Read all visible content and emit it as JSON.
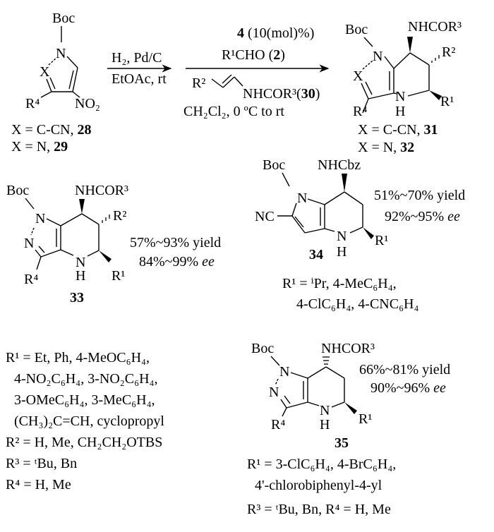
{
  "start": {
    "boc": "Boc",
    "n": "N",
    "x": "X",
    "r4": "R⁴",
    "no2": "NO₂",
    "label1_text": "X = C-CN, ",
    "label1_num": "28",
    "label2_text": "X = N, ",
    "label2_num": "29"
  },
  "step1": {
    "line1": "H₂, Pd/C",
    "line2": "EtOAc, rt"
  },
  "step2": {
    "cat_num": "4",
    "cat_text": " (10(mol)%)",
    "aldehyde_text": "R¹CHO (",
    "aldehyde_num": "2",
    "aldehyde_close": ")",
    "alkene_r2": "R²",
    "alkene_amide": "NHCOR³",
    "alkene_open": "(",
    "alkene_num": "30",
    "alkene_close": ")",
    "conditions": "CH₂Cl₂, 0 ºC to rt"
  },
  "product": {
    "boc": "Boc",
    "amide": "NHCOR³",
    "n1": "N",
    "r2": "R²",
    "x": "X",
    "n4": "N",
    "h": "H",
    "r1": "R¹",
    "r4": "R⁴",
    "label1_text": "X = C-CN, ",
    "label1_num": "31",
    "label2_text": "X = N, ",
    "label2_num": "32"
  },
  "c33": {
    "boc": "Boc",
    "amide": "NHCOR³",
    "n1": "N",
    "n2": "N",
    "r2": "R²",
    "n4": "N",
    "h": "H",
    "r1": "R¹",
    "r4": "R⁴",
    "label": "33",
    "yield": "57%~93% yield",
    "ee_value": "84%~99% ",
    "ee_unit": "ee"
  },
  "c34": {
    "boc": "Boc",
    "amide": "NHCbz",
    "n1": "N",
    "nc": "NC",
    "n4": "N",
    "h": "H",
    "r1": "R¹",
    "label": "34",
    "yield": "51%~70% yield",
    "ee_value": "92%~95% ",
    "ee_unit": "ee",
    "r1_line1": "R¹ =  ⁱPr, 4-MeC₆H₄,",
    "r1_line2": "4-ClC₆H₄, 4-CNC₆H₄"
  },
  "substituents_33": [
    "R¹ =  Et, Ph, 4-MeOC₆H₄,",
    "4-NO₂C₆H₄,  3-NO₂C₆H₄,",
    "3-OMeC₆H₄, 3-MeC₆H₄,",
    "(CH₃)₂C=CH, cyclopropyl",
    "R² = H, Me, CH₂CH₂OTBS",
    "R³ = ᵗBu, Bn",
    "R⁴ = H, Me"
  ],
  "c35": {
    "boc": "Boc",
    "amide": "NHCOR³",
    "n1": "N",
    "n2": "N",
    "n4": "N",
    "h": "H",
    "r1": "R¹",
    "r4": "R⁴",
    "label": "35",
    "yield": "66%~81% yield",
    "ee_value": "90%~96% ",
    "ee_unit": "ee",
    "r1_line1": "R¹ = 3-ClC₆H₄, 4-BrC₆H₄,",
    "r1_line2": "4'-chlorobiphenyl-4-yl",
    "r3_line": "R³ = ᵗBu, Bn, R⁴ =  H, Me"
  }
}
